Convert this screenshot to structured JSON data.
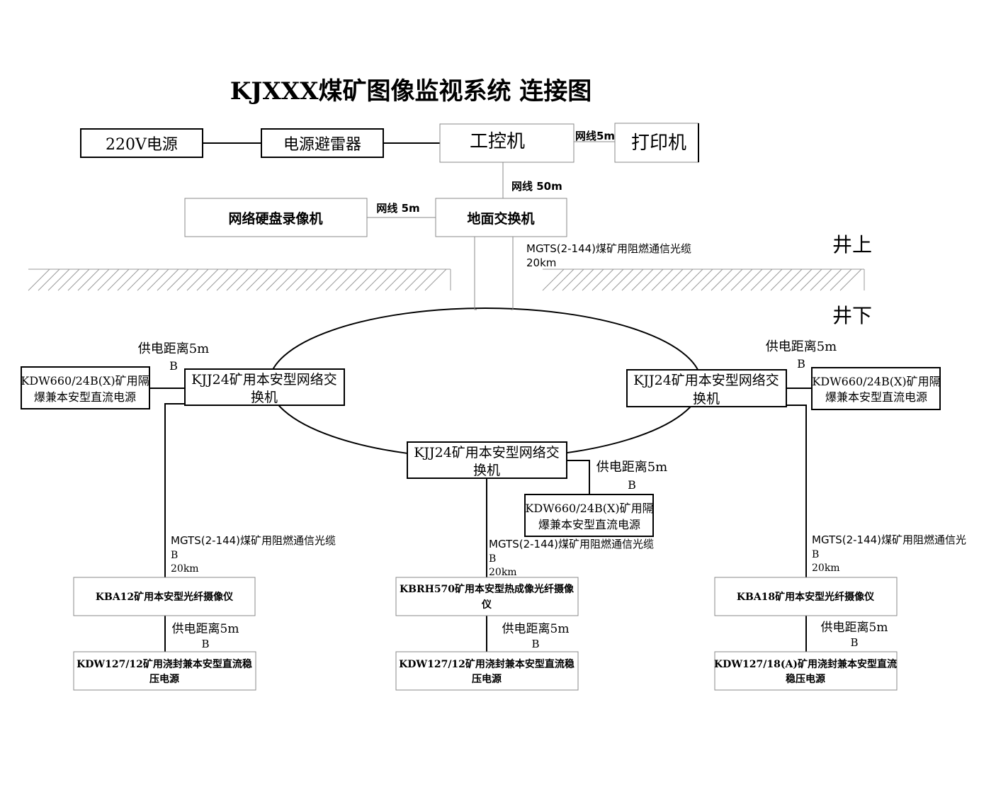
{
  "title": "KJXXX煤矿图像监视系统 连接图",
  "surface": {
    "power_220v": "220V电源",
    "lightning_arrester": "电源避雷器",
    "ipc": "工控机",
    "printer": "打印机",
    "printer_cable": "网线5m",
    "nvr": "网络硬盘录像机",
    "nvr_cable": "网线 5m",
    "ground_switch": "地面交换机",
    "ipc_switch_cable": "网线 50m",
    "trunk_cable_line1": "MGTS(2-144)煤矿用阻燃通信光缆",
    "trunk_cable_line2": "20km",
    "above_ground": "井上",
    "below_ground": "井下"
  },
  "underground": {
    "left": {
      "switch_line1": "KJJ24矿用本安型网络交",
      "switch_line2": "换机",
      "power_supply_line1": "KDW660/24B(X)矿用隔",
      "power_supply_line2": "爆兼本安型直流电源",
      "supply_distance": "供电距离5m",
      "supply_tag": "B",
      "fiber_line1": "MGTS(2-144)煤矿用阻燃通信光缆",
      "fiber_line2": "B",
      "fiber_line3": "20km",
      "camera_line1": "KBA12矿用本安型光纤摄像仪",
      "camera_supply_distance": "供电距离5m",
      "camera_supply_tag": "B",
      "camera_power_line1": "KDW127/12矿用浇封兼本安型直流稳",
      "camera_power_line2": "压电源"
    },
    "center": {
      "switch_line1": "KJJ24矿用本安型网络交",
      "switch_line2": "换机",
      "power_supply_line1": "KDW660/24B(X)矿用隔",
      "power_supply_line2": "爆兼本安型直流电源",
      "supply_distance": "供电距离5m",
      "supply_tag": "B",
      "fiber_line1": "MGTS(2-144)煤矿用阻燃通信光缆",
      "fiber_line2": "B",
      "fiber_line3": "20km",
      "camera_line1": "KBRH570矿用本安型热成像光纤摄像",
      "camera_line2": "仪",
      "camera_supply_distance": "供电距离5m",
      "camera_supply_tag": "B",
      "camera_power_line1": "KDW127/12矿用浇封兼本安型直流稳",
      "camera_power_line2": "压电源"
    },
    "right": {
      "switch_line1": "KJJ24矿用本安型网络交",
      "switch_line2": "换机",
      "power_supply_line1": "KDW660/24B(X)矿用隔",
      "power_supply_line2": "爆兼本安型直流电源",
      "supply_distance": "供电距离5m",
      "supply_tag": "B",
      "fiber_line1": "MGTS(2-144)煤矿用阻燃通信光",
      "fiber_line2": "B",
      "fiber_line3": "20km",
      "camera_line1": "KBA18矿用本安型光纤摄像仪",
      "camera_supply_distance": "供电距离5m",
      "camera_supply_tag": "B",
      "camera_power_line1": "KDW127/18(A)矿用浇封兼本安型直流",
      "camera_power_line2": "稳压电源"
    }
  }
}
